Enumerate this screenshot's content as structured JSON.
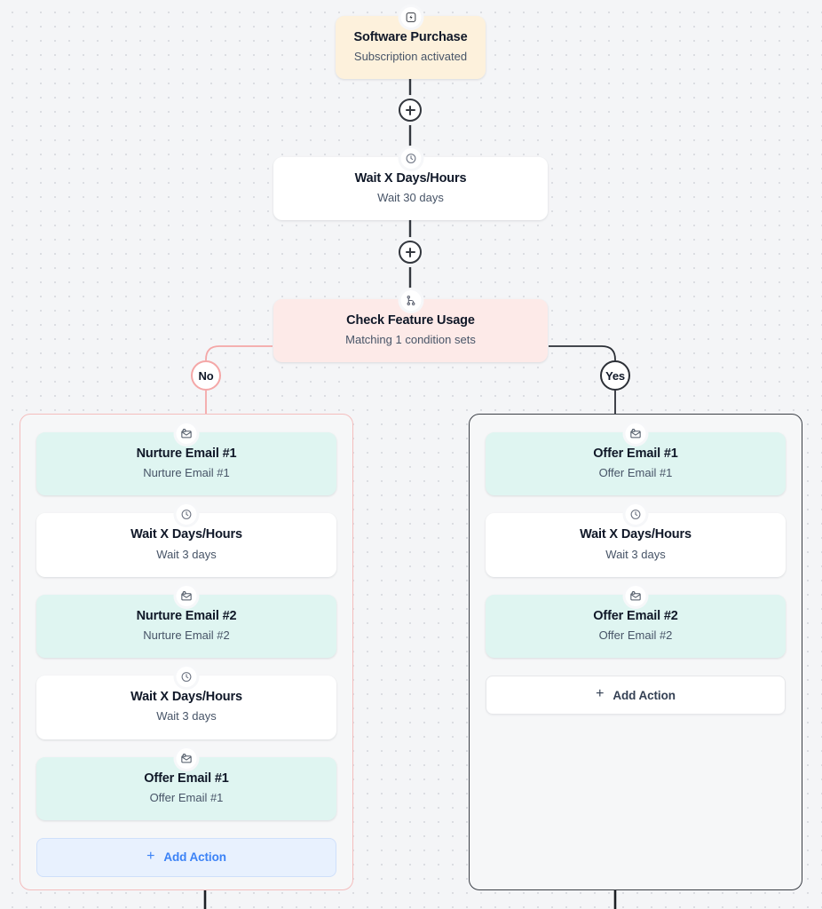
{
  "canvas": {
    "background_color": "#f4f5f7",
    "dot_color": "#d9dbe0"
  },
  "colors": {
    "trigger_bg": "#fdf1dc",
    "condition_bg": "#fdeae8",
    "email_bg": "#dff5f1",
    "wait_bg": "#ffffff",
    "no_branch": "#f4a7a7",
    "yes_branch": "#2b2f36",
    "accent_blue": "#3b82f6"
  },
  "trigger": {
    "title": "Software Purchase",
    "subtitle": "Subscription activated",
    "icon": "lightning-bolt-icon"
  },
  "wait_main": {
    "title": "Wait X Days/Hours",
    "subtitle": "Wait 30 days",
    "icon": "clock-icon"
  },
  "condition": {
    "title": "Check Feature Usage",
    "subtitle": "Matching 1 condition sets",
    "icon": "branch-icon"
  },
  "branches": [
    {
      "key": "no",
      "label": "No",
      "border_color": "#f4a7a7",
      "steps": [
        {
          "type": "email",
          "title": "Nurture Email #1",
          "subtitle": "Nurture Email #1",
          "icon": "email-icon"
        },
        {
          "type": "wait",
          "title": "Wait X Days/Hours",
          "subtitle": "Wait 3 days",
          "icon": "clock-icon"
        },
        {
          "type": "email",
          "title": "Nurture Email #2",
          "subtitle": "Nurture Email #2",
          "icon": "email-icon"
        },
        {
          "type": "wait",
          "title": "Wait X Days/Hours",
          "subtitle": "Wait 3 days",
          "icon": "clock-icon"
        },
        {
          "type": "email",
          "title": "Offer Email #1",
          "subtitle": "Offer Email #1",
          "icon": "email-icon"
        }
      ],
      "add_action": {
        "label": "Add Action",
        "plus": "+",
        "state": "active"
      }
    },
    {
      "key": "yes",
      "label": "Yes",
      "border_color": "#2b2f36",
      "steps": [
        {
          "type": "email",
          "title": "Offer Email #1",
          "subtitle": "Offer Email #1",
          "icon": "email-icon"
        },
        {
          "type": "wait",
          "title": "Wait X Days/Hours",
          "subtitle": "Wait 3 days",
          "icon": "clock-icon"
        },
        {
          "type": "email",
          "title": "Offer Email #2",
          "subtitle": "Offer Email #2",
          "icon": "email-icon"
        }
      ],
      "add_action": {
        "label": "Add Action",
        "plus": "+",
        "state": "idle"
      }
    }
  ],
  "connectors": [
    {
      "name": "add-step-after-trigger",
      "icon": "plus-icon"
    },
    {
      "name": "add-step-after-wait",
      "icon": "plus-icon"
    }
  ]
}
